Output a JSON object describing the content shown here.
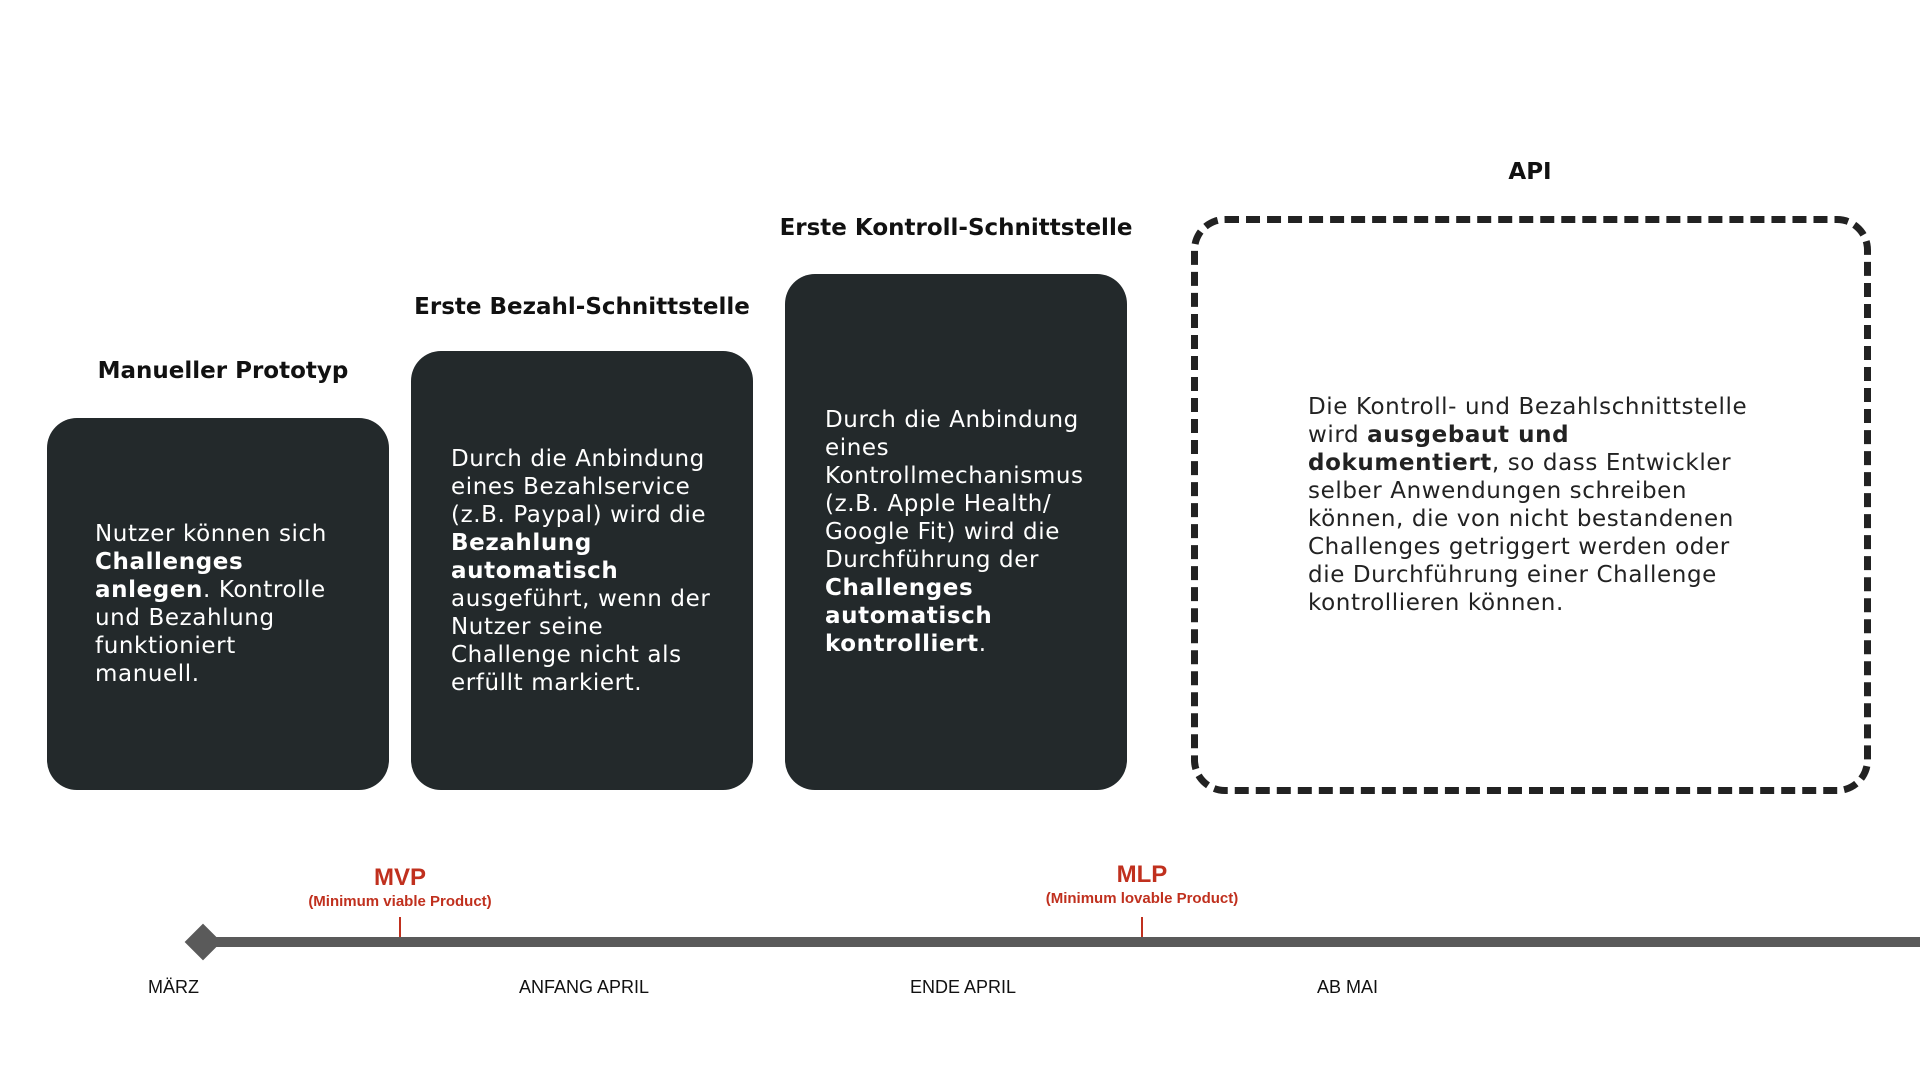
{
  "stages": [
    {
      "title": "Manueller Prototyp",
      "segments": [
        {
          "text": "Nutzer können sich "
        },
        {
          "text": "Challenges anlegen",
          "bold": true
        },
        {
          "text": ". Kontrolle und Bezahlung funktioniert manuell."
        }
      ]
    },
    {
      "title": "Erste Bezahl-Schnittstelle",
      "segments": [
        {
          "text": "Durch die Anbindung eines Bezahlservice (z.B. Paypal) wird die "
        },
        {
          "text": "Bezahlung automatisch",
          "bold": true
        },
        {
          "text": " ausgeführt, wenn der Nutzer seine Challenge nicht als erfüllt markiert."
        }
      ]
    },
    {
      "title": "Erste Kontroll-Schnittstelle",
      "segments": [
        {
          "text": "Durch die Anbindung eines Kontrollmechanismus (z.B. Apple Health/ Google Fit) wird die Durchführung der "
        },
        {
          "text": "Challenges automatisch kontrolliert",
          "bold": true
        },
        {
          "text": "."
        }
      ]
    },
    {
      "title": "API",
      "segments": [
        {
          "text": "Die Kontroll- und Bezahlschnittstelle wird "
        },
        {
          "text": "ausgebaut und dokumentiert",
          "bold": true
        },
        {
          "text": ", so dass Entwickler selber Anwendungen schreiben können, die von nicht bestandenen Challenges getriggert werden oder die Durchführung einer Challenge kontrollieren können."
        }
      ]
    }
  ],
  "milestones": [
    {
      "title": "MVP",
      "subtitle": "(Minimum viable Product)"
    },
    {
      "title": "MLP",
      "subtitle": "(Minimum lovable Product)"
    }
  ],
  "timeline_labels": [
    "MÄRZ",
    "ANFANG APRIL",
    "ENDE APRIL",
    "AB MAI"
  ],
  "colors": {
    "card": "#23292b",
    "accent": "#c0301e",
    "timeline": "#5a5a5a"
  }
}
